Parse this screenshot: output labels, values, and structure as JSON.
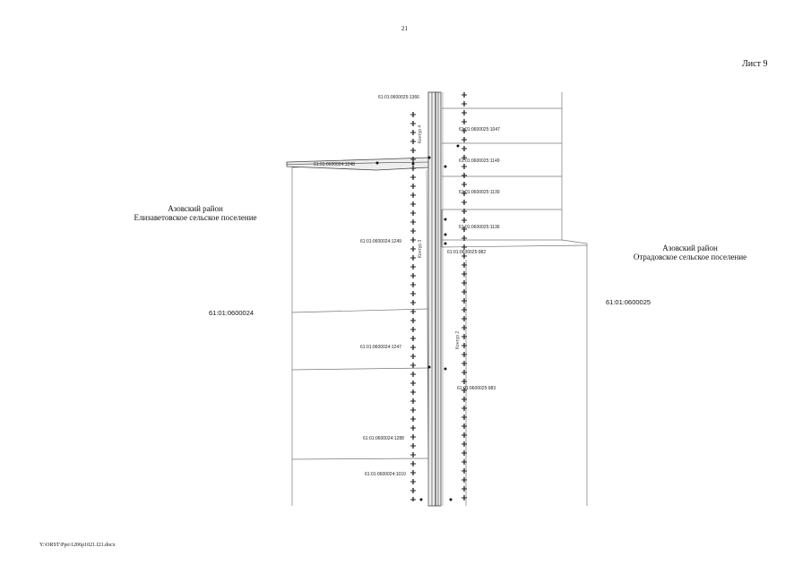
{
  "page_number": "21",
  "sheet_label": "Лист 9",
  "left_region": {
    "district": "Азовский район",
    "settlement": "Елизаветовское сельское поселение",
    "quarter": "61:01:0600024"
  },
  "right_region": {
    "district": "Азовский район",
    "settlement": "Отрадовское сельское поселение",
    "quarter": "61:01:0600025"
  },
  "parcels": {
    "p1366": "61:01:0600025:1366",
    "p1248": "61:01:0600024:1248",
    "p1047": "61:01:0600025:1047",
    "p1149": "61:01:0600025:1149",
    "p1139": "61:01:0600025:1139",
    "p1136": "61:01:0600025:1136",
    "p_m": "61:01:0600025:982",
    "p1249": "61:01:0600024:1249",
    "p1247": "61:01:0600024:1247",
    "p983": "61:01:0600025:983",
    "p1288": "61:01:0600024:1288",
    "p1010": "61:01:0600024:1010"
  },
  "routes": {
    "route4": "Контур 4",
    "route3": "Контур 3",
    "route2": "Контур 2"
  },
  "footer_path": "Y:\\ORST\\Ppo\\1206p1021.f21.docx"
}
